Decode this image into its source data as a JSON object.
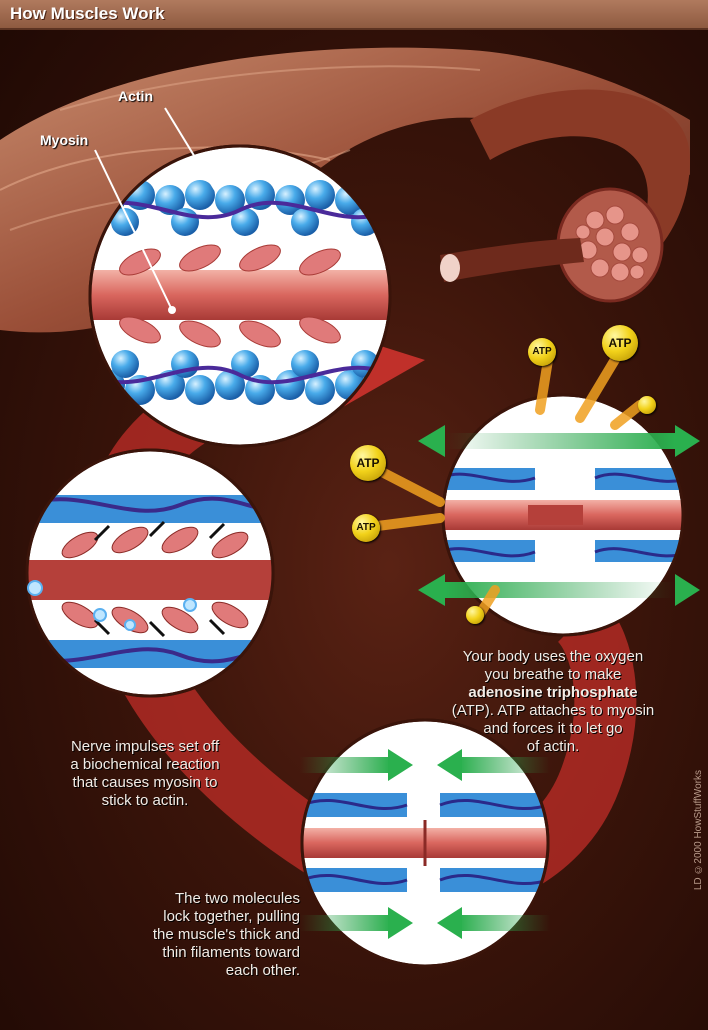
{
  "title": "How Muscles Work",
  "labels": {
    "actin": "Actin",
    "myosin": "Myosin",
    "atp": "ATP"
  },
  "captions": {
    "atp_line1": "Your body uses the oxygen",
    "atp_line2": "you breathe to make",
    "atp_line3": "adenosine triphosphate",
    "atp_line4": "(ATP). ATP attaches to myosin",
    "atp_line5": "and forces it to let go",
    "atp_line6": "of actin.",
    "nerve_line1": "Nerve impulses set off",
    "nerve_line2": "a biochemical reaction",
    "nerve_line3": "that causes myosin to",
    "nerve_line4": "stick to actin.",
    "lock_line1": "The two molecules",
    "lock_line2": "lock together, pulling",
    "lock_line3": "the muscle's thick and",
    "lock_line4": "thin filaments toward",
    "lock_line5": "each other."
  },
  "credit": "LD ©2000 HowStuffWorks",
  "colors": {
    "actin_blue": "#3a9be0",
    "myosin_pink": "#e07a7a",
    "cycle_red": "#c0302a",
    "arrow_green": "#2a9a4a",
    "atp_yellow": "#f2d21a"
  }
}
